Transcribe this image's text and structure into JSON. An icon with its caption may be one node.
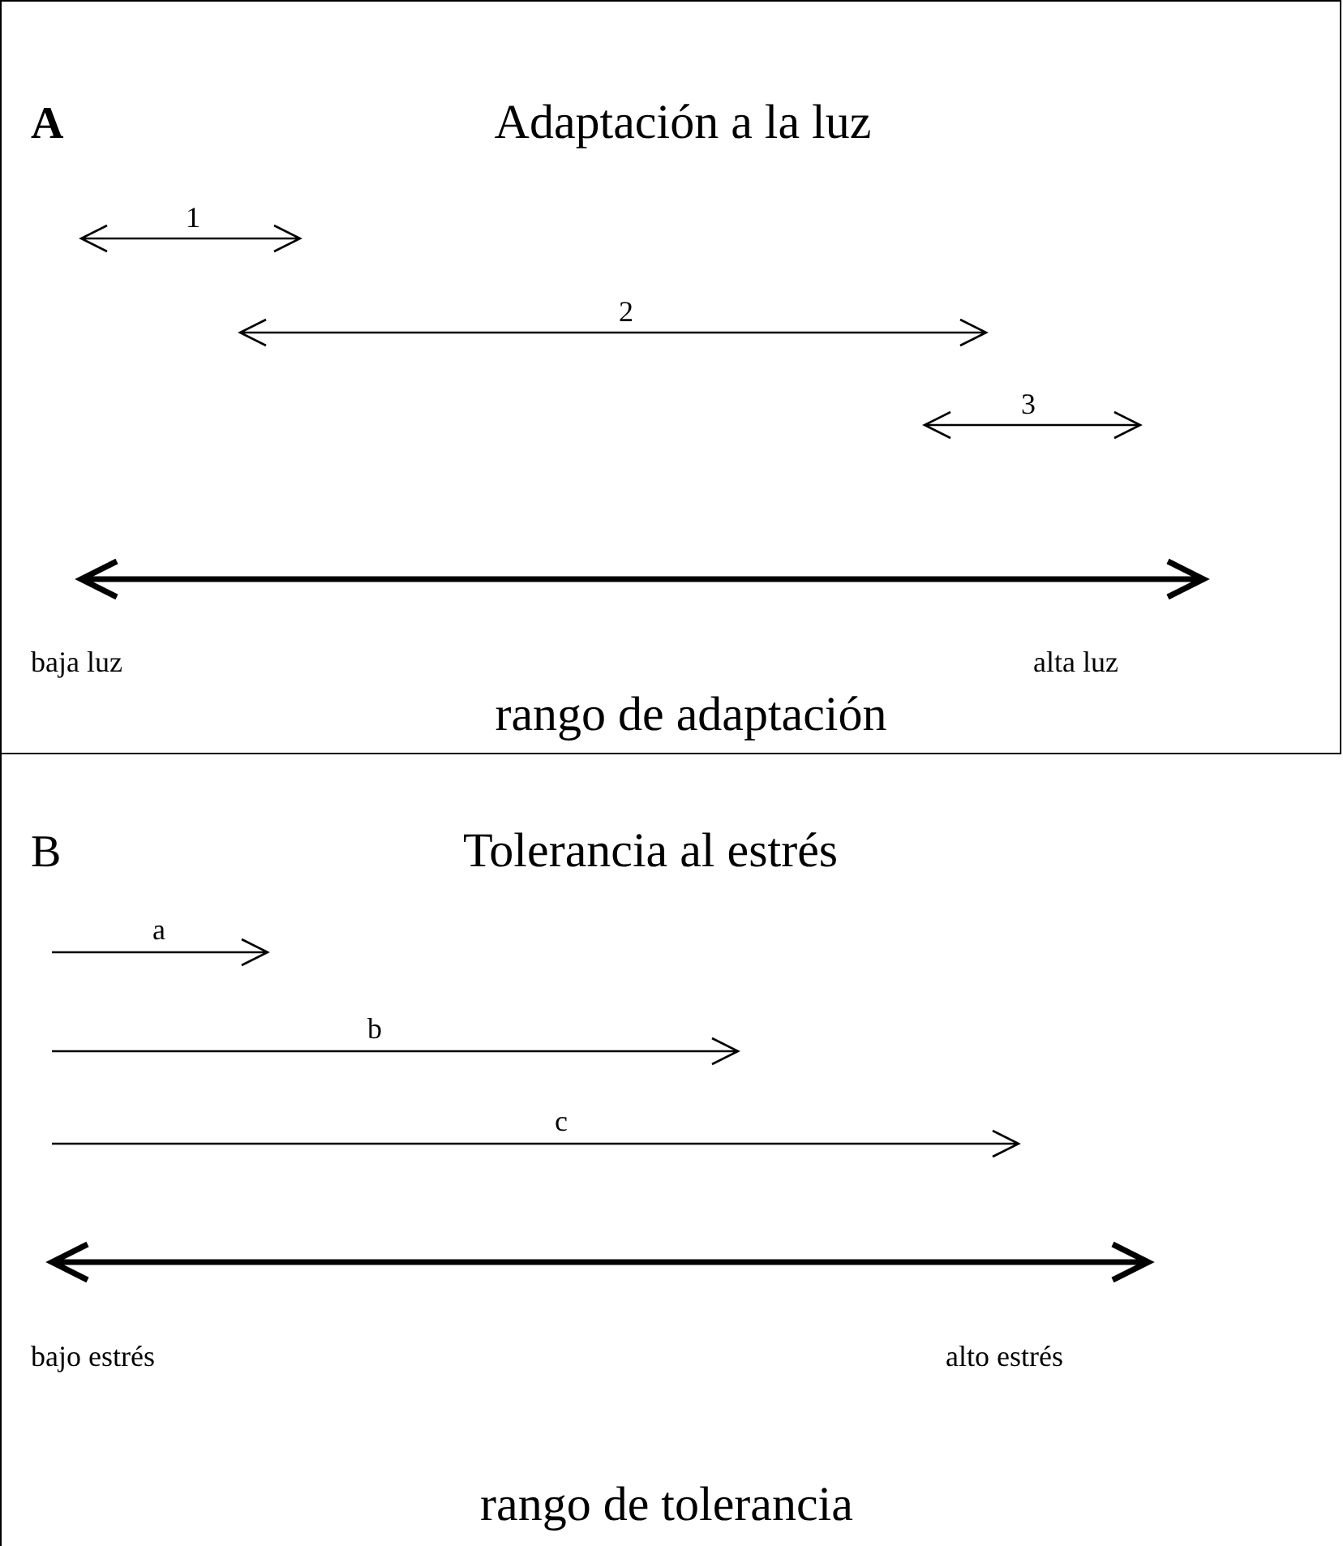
{
  "diagram": {
    "nodes": [
      {
        "text": [
          "A",
          "Adaptación a la luz",
          "1",
          "2",
          "3",
          "baja luz",
          "alta luz",
          "rango de adaptación"
        ]
      },
      {
        "text": [
          "B",
          "Tolerancia al estrés",
          "a",
          "b",
          "c",
          "bajo estrés",
          "alto estrés",
          "rango de tolerancia"
        ]
      }
    ]
  }
}
